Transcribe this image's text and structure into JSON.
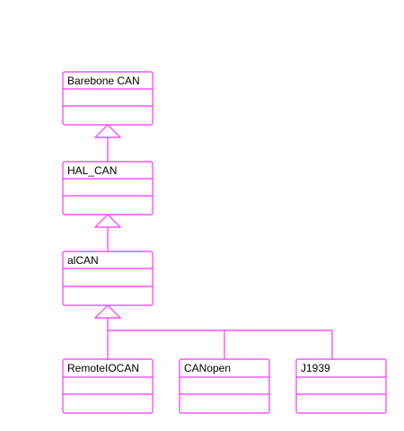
{
  "diagram": {
    "type": "uml-class-inheritance",
    "colors": {
      "stroke": "#ff33ff",
      "fill": "#ffffff",
      "text": "#000000"
    },
    "classes": [
      {
        "id": "barebone",
        "name": "Barebone CAN"
      },
      {
        "id": "halcan",
        "name": "HAL_CAN"
      },
      {
        "id": "alcan",
        "name": "alCAN"
      },
      {
        "id": "remoteiocan",
        "name": "RemoteIOCAN"
      },
      {
        "id": "canopen",
        "name": "CANopen"
      },
      {
        "id": "j1939",
        "name": "J1939"
      }
    ],
    "generalizations": [
      {
        "child": "halcan",
        "parent": "barebone"
      },
      {
        "child": "alcan",
        "parent": "halcan"
      },
      {
        "child": "remoteiocan",
        "parent": "alcan"
      },
      {
        "child": "canopen",
        "parent": "alcan"
      },
      {
        "child": "j1939",
        "parent": "alcan"
      }
    ]
  }
}
